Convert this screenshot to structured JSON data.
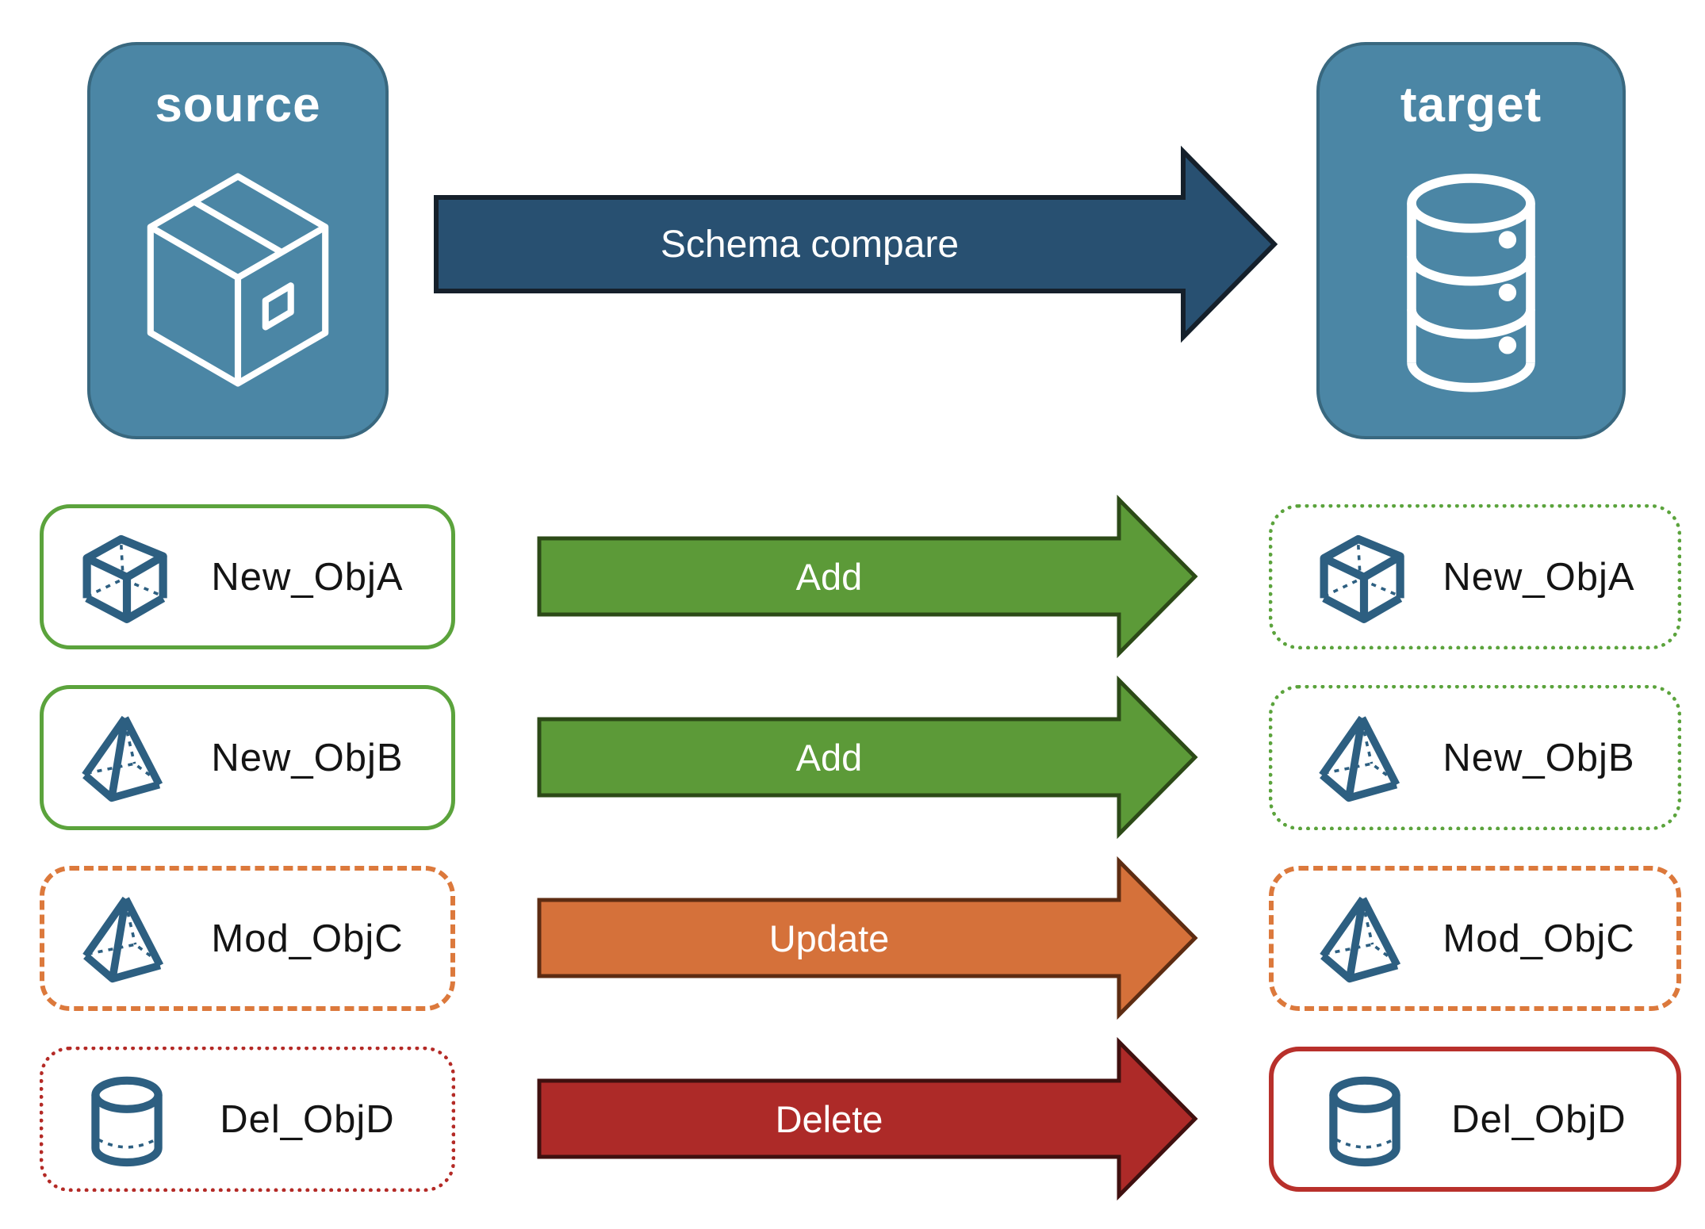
{
  "panels": {
    "source": {
      "title": "source",
      "icon": "package-icon"
    },
    "target": {
      "title": "target",
      "icon": "database-icon"
    }
  },
  "compare_arrow": {
    "label": "Schema compare"
  },
  "rows": [
    {
      "object": "New_ObjA",
      "icon": "cube-icon",
      "action": "Add",
      "source_border": "solid-green",
      "target_border": "dotted-green"
    },
    {
      "object": "New_ObjB",
      "icon": "pyramid-icon",
      "action": "Add",
      "source_border": "solid-green",
      "target_border": "dotted-green"
    },
    {
      "object": "Mod_ObjC",
      "icon": "pyramid-icon",
      "action": "Update",
      "source_border": "dashed-orange",
      "target_border": "dashed-orange"
    },
    {
      "object": "Del_ObjD",
      "icon": "cylinder-icon",
      "action": "Delete",
      "source_border": "dotted-red",
      "target_border": "solid-red"
    }
  ],
  "colors": {
    "panel_fill": "#4b86a5",
    "panel_border": "#39687f",
    "compare_arrow_fill": "#285071",
    "compare_arrow_border": "#15202b",
    "add_arrow_fill": "#5c9a38",
    "add_arrow_border": "#2c4a17",
    "update_arrow_fill": "#d5713a",
    "update_arrow_border": "#5d2c12",
    "delete_arrow_fill": "#ad2a28",
    "delete_arrow_border": "#40100f",
    "green_border": "#5ba33c",
    "orange_border": "#dc793c",
    "red_border": "#b42a26",
    "icon_blue": "#2d5f81",
    "label_text": "#141414",
    "panel_text": "#ffffff"
  }
}
